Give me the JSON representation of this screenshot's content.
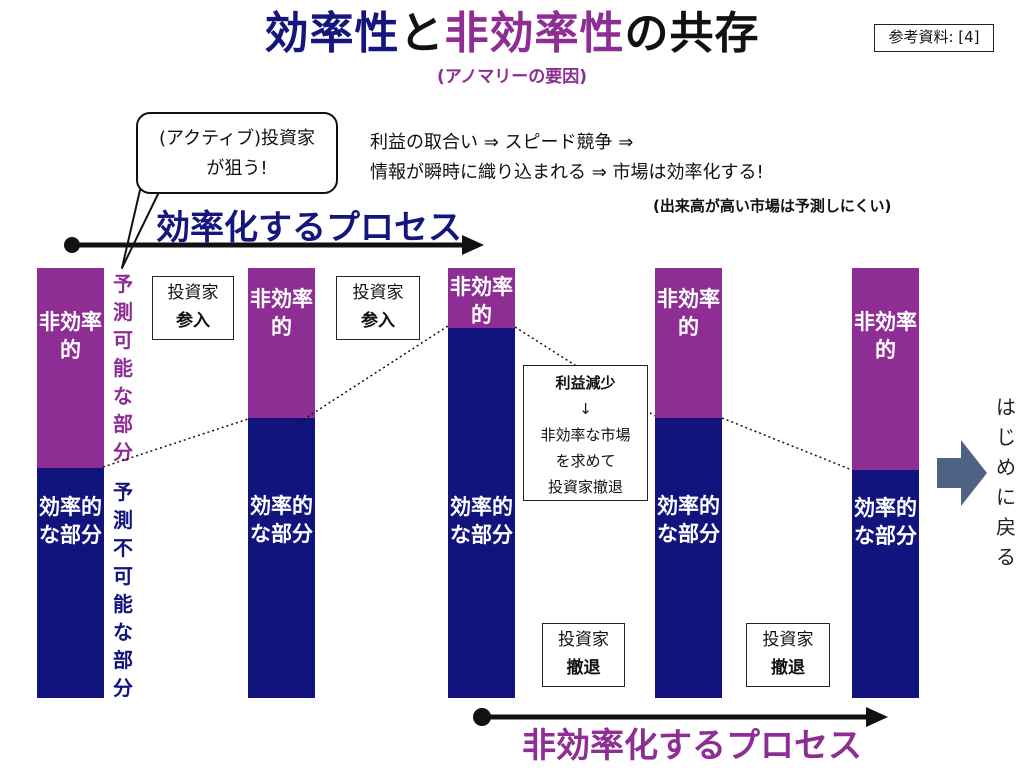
{
  "title": {
    "part1": "効率性",
    "part2": "と",
    "part3": "非効率性",
    "part4": "の共存"
  },
  "subtitle": "(アノマリーの要因)",
  "reference": "参考資料: [4]",
  "bubble": {
    "line1": "(アクティブ)投資家",
    "line2": "が狙う!"
  },
  "info": {
    "line1": "利益の取合い ⇒ スピード競争 ⇒",
    "line2": "情報が瞬時に織り込まれる ⇒ 市場は効率化する!",
    "note": "(出来高が高い市場は予測しにくい)"
  },
  "process": {
    "efficient": "効率化するプロセス",
    "inefficient": "非効率化するプロセス"
  },
  "labels": {
    "inefficient_part": "非効率的",
    "efficient_part": "効率的な部分",
    "predictable": "予測可能な部分",
    "unpredictable": "予測不可能な部分"
  },
  "investor": {
    "name": "投資家",
    "enter": "参入",
    "exit": "撤退"
  },
  "reason": {
    "title": "利益減少",
    "arrow": "↓",
    "line1": "非効率な市場",
    "line2": "を求めて",
    "line3": "投資家撤退"
  },
  "back": {
    "label": "はじめに戻る",
    "arrow_icon": "right-arrow-icon"
  },
  "colors": {
    "navy": "#10147c",
    "purple": "#8e2d94",
    "title_blue": "#15157e",
    "arrow_gray": "#4f6283"
  }
}
